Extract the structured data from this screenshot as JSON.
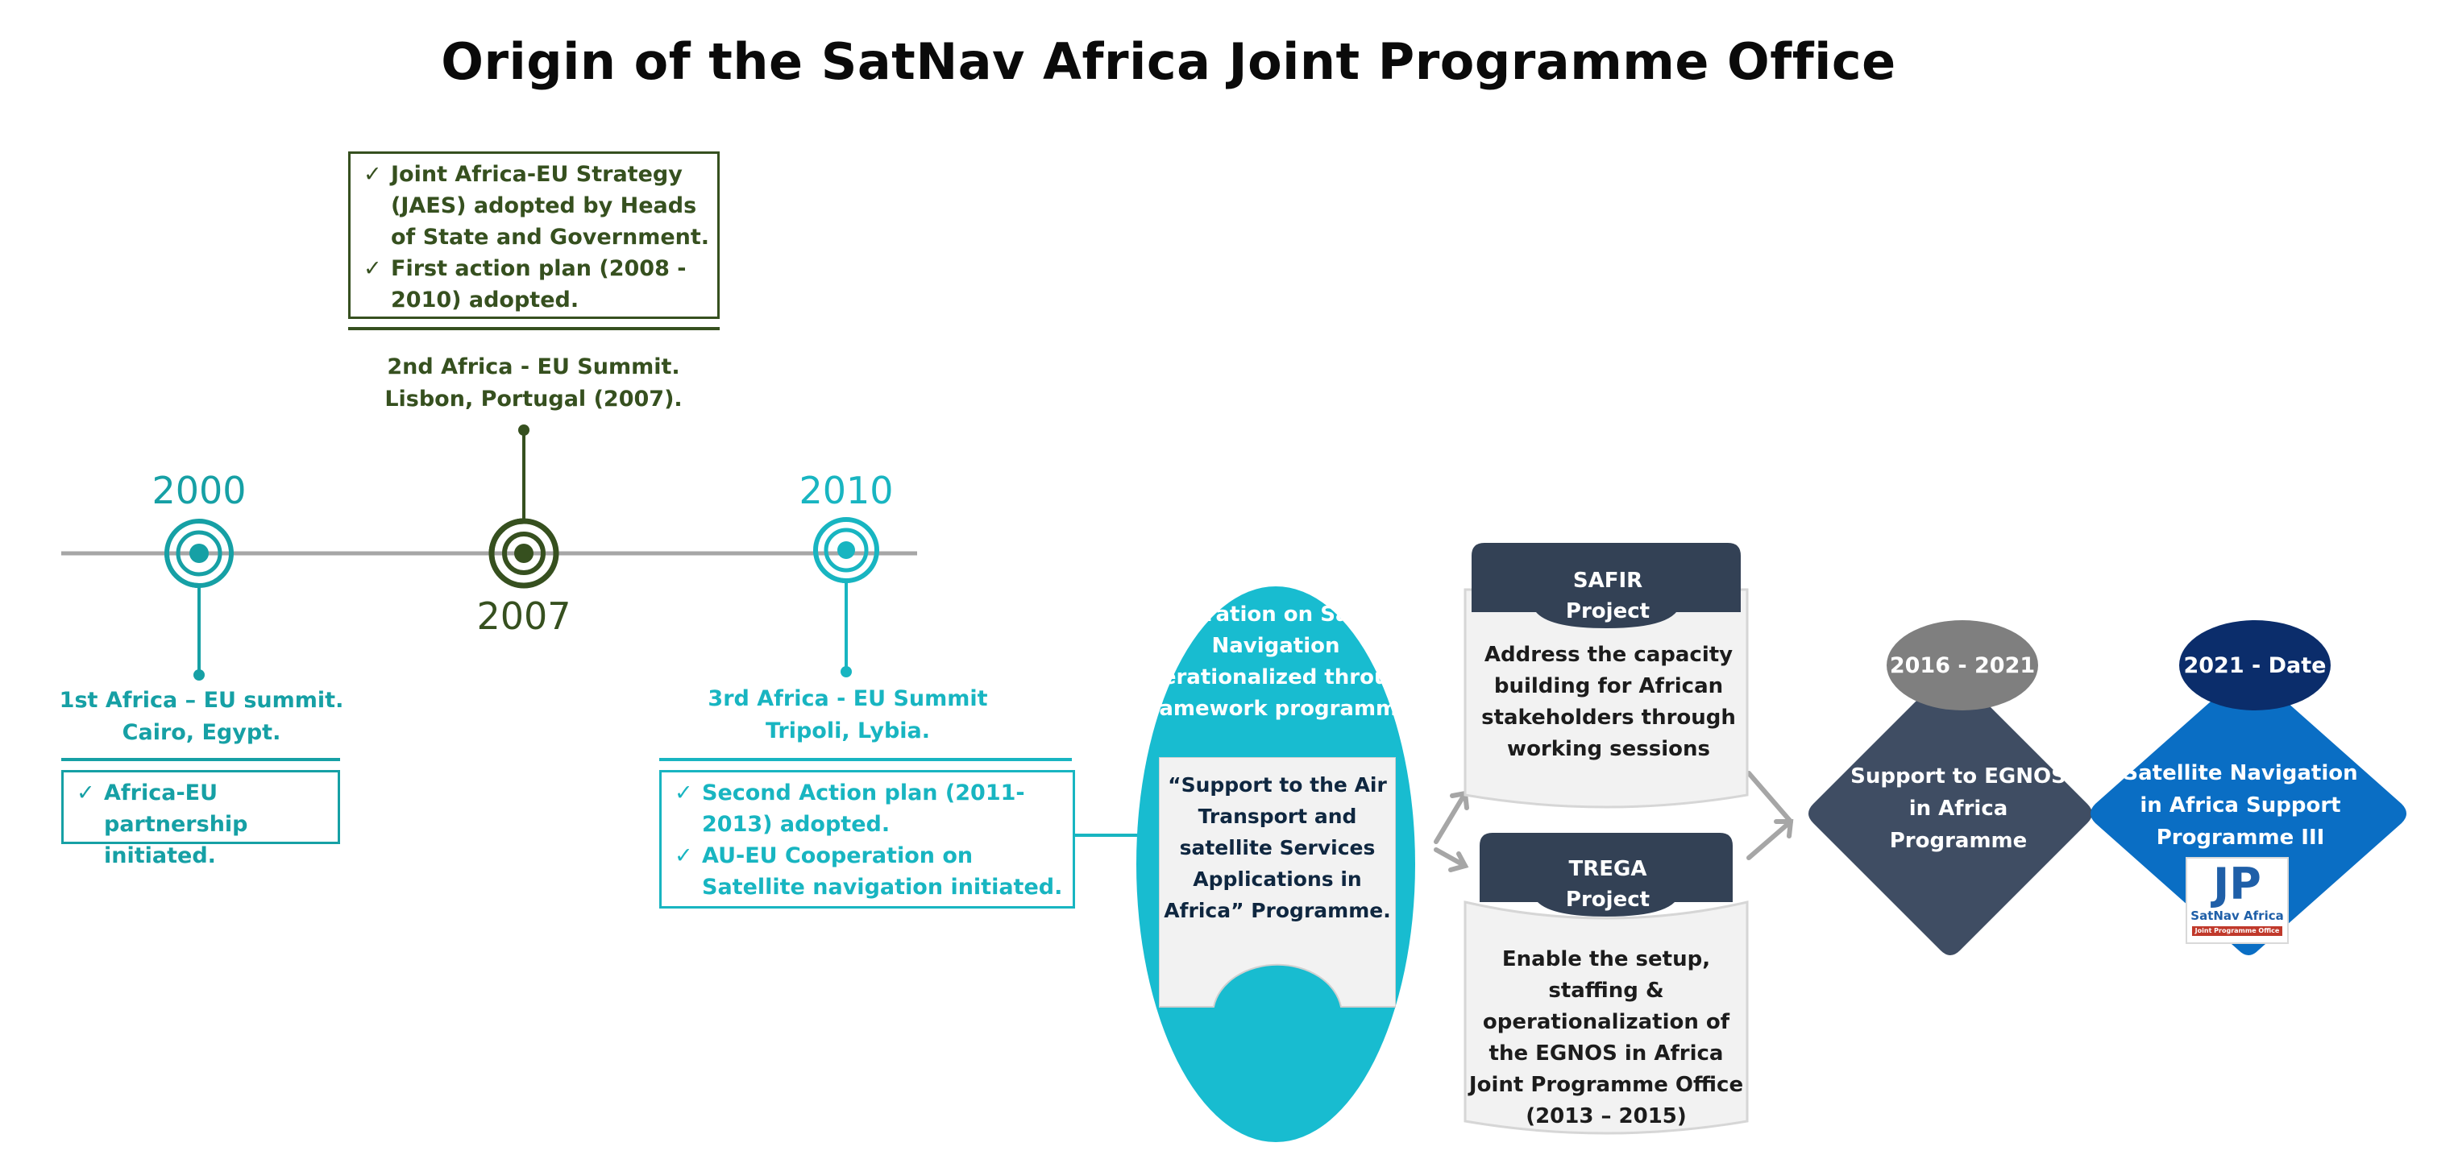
{
  "title": "Origin of the SatNav Africa Joint Programme Office",
  "timeline": {
    "events": [
      {
        "year": "2000",
        "caption": [
          "1st Africa – EU summit.",
          "Cairo, Egypt."
        ],
        "items": [
          "Africa-EU partnership initiated."
        ]
      },
      {
        "year": "2007",
        "caption": [
          "2nd Africa - EU Summit.",
          "Lisbon, Portugal (2007)."
        ],
        "items": [
          "Joint Africa-EU Strategy (JAES) adopted by Heads of State and Government.",
          "First action plan (2008 - 2010) adopted."
        ]
      },
      {
        "year": "2010",
        "caption": [
          "3rd Africa - EU Summit",
          "Tripoli, Lybia."
        ],
        "items": [
          "Second Action plan (2011-2013) adopted.",
          "AU-EU Cooperation on Satellite navigation initiated."
        ]
      }
    ]
  },
  "cooperation": {
    "title": "Cooperation on Satellite Navigation operationalized through framework programme",
    "programme": "“Support to the Air Transport and satellite Services Applications in Africa” Programme."
  },
  "projects": [
    {
      "name": "SAFIR",
      "suffix": "Project",
      "description": "Address the capacity building for African stakeholders through working sessions"
    },
    {
      "name": "TREGA",
      "suffix": "Project",
      "description": "Enable the setup, staffing & operationalization of the EGNOS in Africa Joint Programme Office (2013 – 2015)"
    }
  ],
  "programmes": [
    {
      "period": "2016 - 2021",
      "name": "Support to EGNOS in Africa Programme"
    },
    {
      "period": "2021 - Date",
      "name": "Satellite Navigation in Africa Support Programme III"
    }
  ],
  "logo": {
    "mark": "JP",
    "line1": "SatNav Africa",
    "line2": "Joint Programme Office"
  },
  "colors": {
    "teal": "#16a0a5",
    "cyan": "#18b5c1",
    "dark_green": "#36501f",
    "slate": "#3f4d63",
    "gray": "#7f7f7f",
    "navy": "#0b2d6b",
    "blue": "#0a6ec4"
  },
  "icons": {
    "check": "check-mark-icon",
    "target": "target-icon"
  }
}
